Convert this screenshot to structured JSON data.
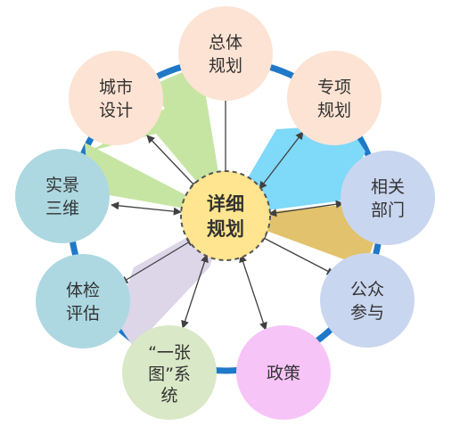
{
  "center": {
    "label_lines": [
      "详细",
      "规划"
    ],
    "color": "#FFE58F"
  },
  "nodes": [
    {
      "id": "zongti",
      "label_lines": [
        "总体",
        "规划"
      ],
      "color": "#FDE3D3"
    },
    {
      "id": "zhuanxiang",
      "label_lines": [
        "专项",
        "规划"
      ],
      "color": "#FDE3D3"
    },
    {
      "id": "xiangguan",
      "label_lines": [
        "相关",
        "部门"
      ],
      "color": "#C9D6EF"
    },
    {
      "id": "gongzhong",
      "label_lines": [
        "公众",
        "参与"
      ],
      "color": "#C9D6EF"
    },
    {
      "id": "zhengce",
      "label_lines": [
        "政策"
      ],
      "color": "#F7C4F7"
    },
    {
      "id": "yizhangtu",
      "label_lines": [
        "“一张",
        "图”系",
        "统"
      ],
      "color": "#D9E8C6"
    },
    {
      "id": "tijian",
      "label_lines": [
        "体检",
        "评估"
      ],
      "color": "#ADD8E2"
    },
    {
      "id": "shijing",
      "label_lines": [
        "实景",
        "三维"
      ],
      "color": "#ADD8E2"
    },
    {
      "id": "chengshi",
      "label_lines": [
        "城市",
        "设计"
      ],
      "color": "#FDE3D3"
    }
  ],
  "colors": {
    "ring": "#1F78C8",
    "wedge_green": "#C6E5A3",
    "wedge_cyan": "#7FD9F8",
    "wedge_gold": "#E2C26C",
    "wedge_lavender": "#DCD6E8",
    "arrow": "#404040"
  }
}
